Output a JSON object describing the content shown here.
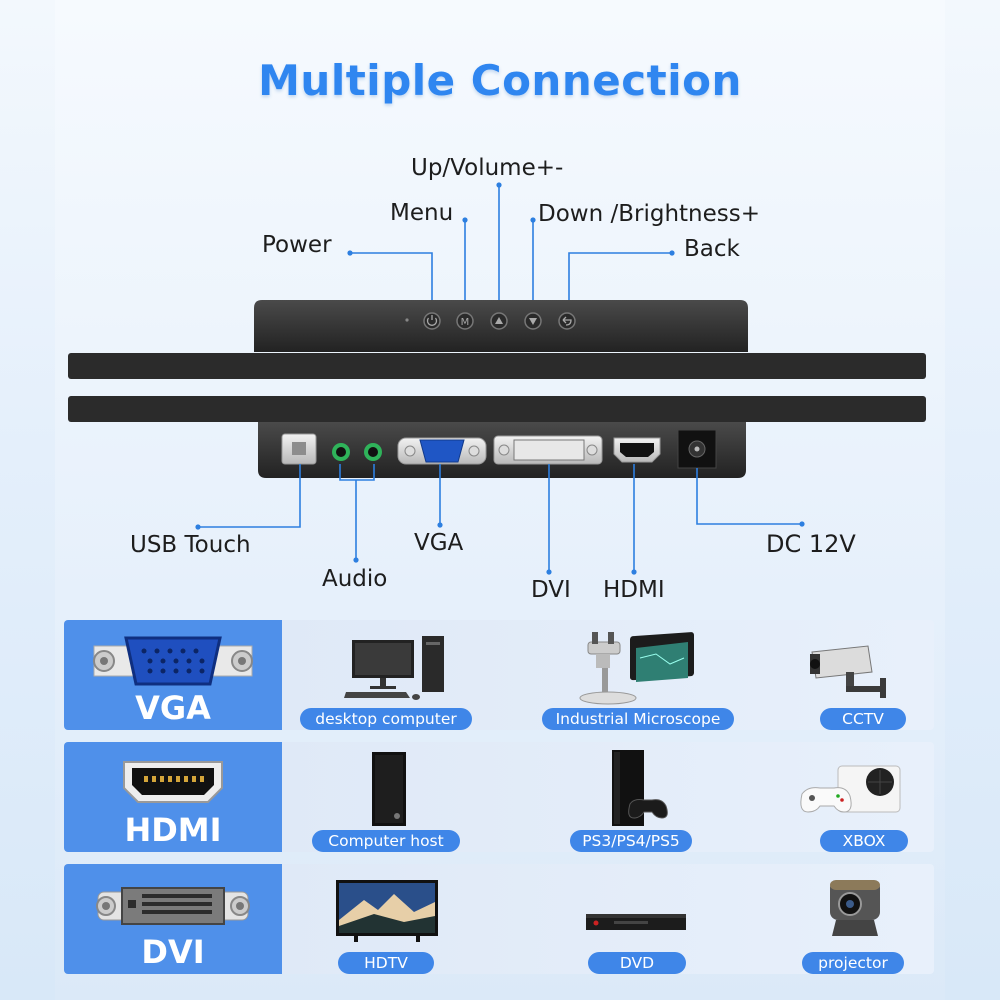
{
  "title": "Multiple Connection",
  "buttons": {
    "up_volume": "Up/Volume+-",
    "menu": "Menu",
    "down_brightness": "Down /Brightness+",
    "power": "Power",
    "back": "Back"
  },
  "ports": {
    "usb_touch": "USB Touch",
    "audio": "Audio",
    "vga": "VGA",
    "dvi": "DVI",
    "hdmi": "HDMI",
    "dc": "DC 12V"
  },
  "rows": [
    {
      "interface": "VGA",
      "devices": [
        "desktop computer",
        "Industrial Microscope",
        "CCTV"
      ]
    },
    {
      "interface": "HDMI",
      "devices": [
        "Computer host",
        "PS3/PS4/PS5",
        "XBOX"
      ]
    },
    {
      "interface": "DVI",
      "devices": [
        "HDTV",
        "DVD",
        "projector"
      ]
    }
  ],
  "colors": {
    "accent": "#2f86f0",
    "panel": "#4f90ea",
    "pill": "#3f86e8",
    "line": "#2d7fe0"
  }
}
